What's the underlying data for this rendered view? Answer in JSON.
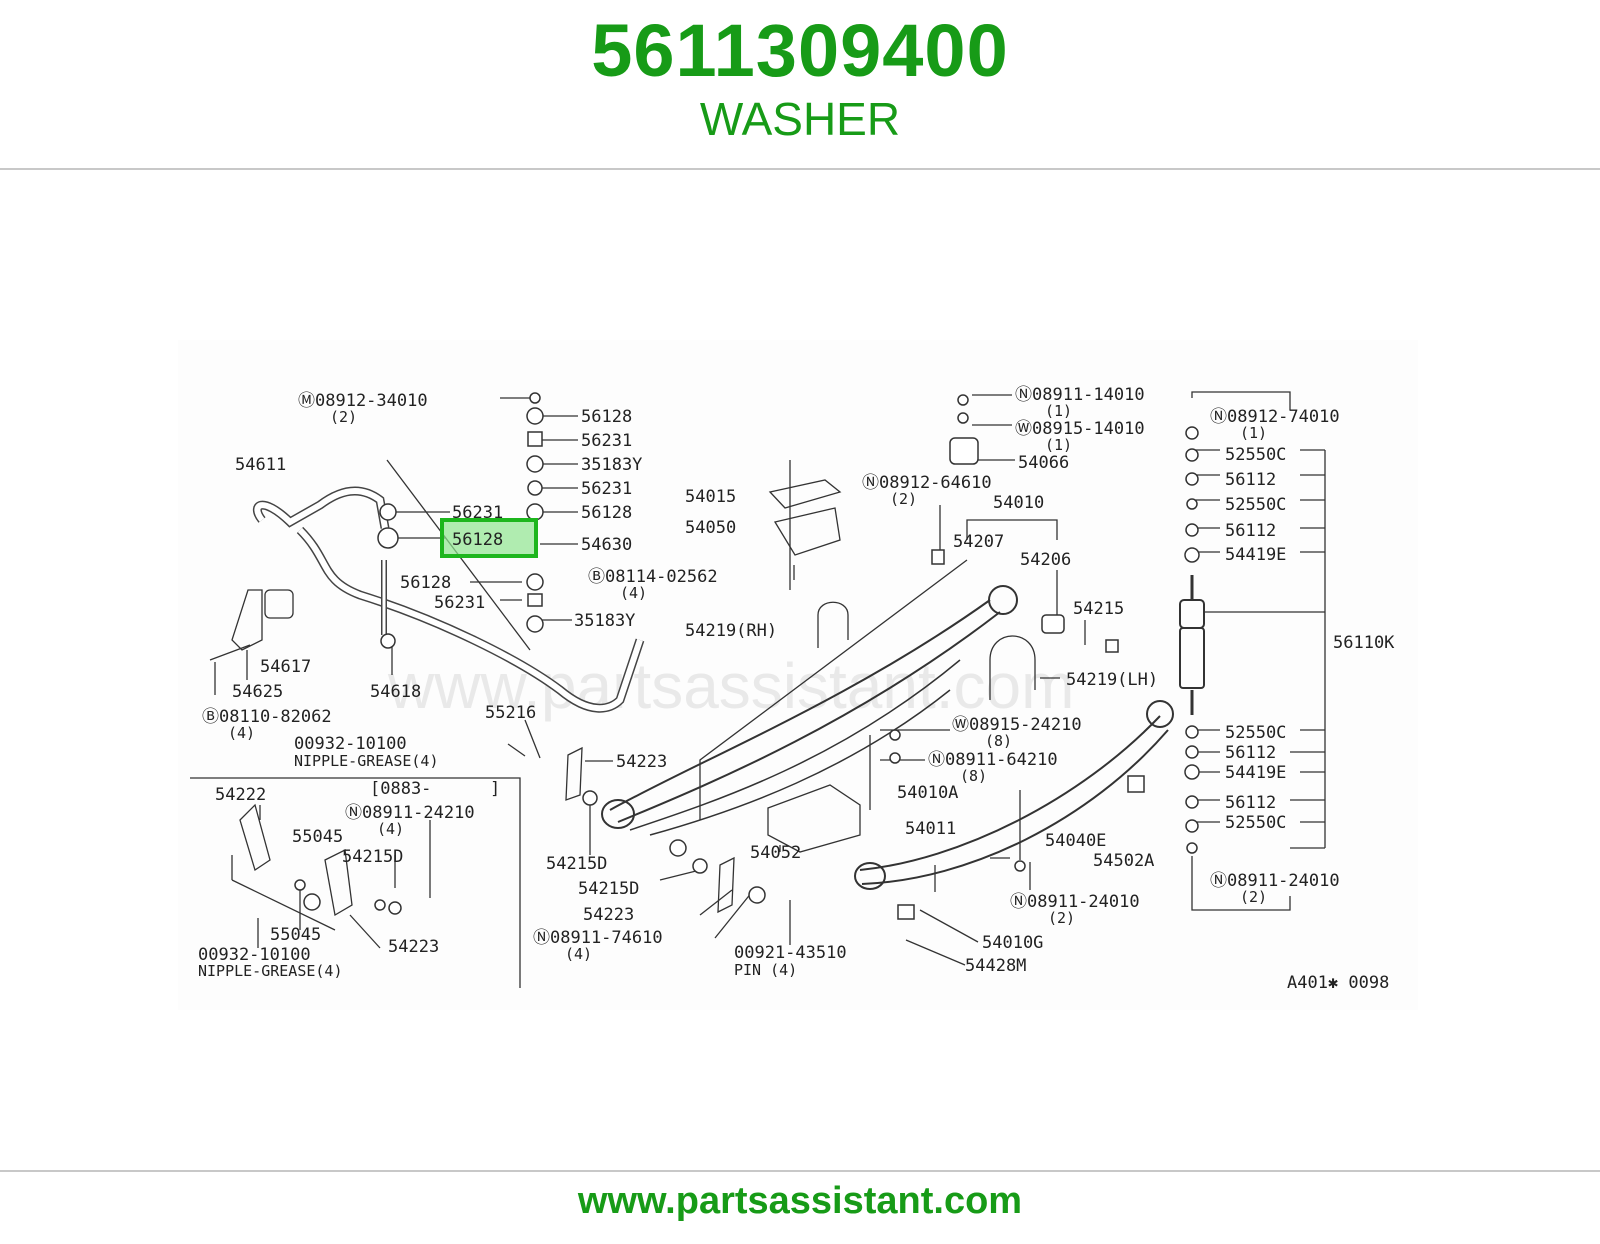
{
  "header": {
    "part_number": "5611309400",
    "part_name": "WASHER"
  },
  "footer": {
    "url": "www.partsassistant.com"
  },
  "diagram": {
    "watermark": "www.partsassistant.com",
    "code": "A401✱ 0098",
    "highlight": "56128",
    "labels": {
      "n1": "Ⓜ08912-34010",
      "n1q": "(2)",
      "a1": "56128",
      "a2": "56231",
      "a3": "35183Y",
      "a4": "56231",
      "a5": "56128",
      "a6": "54630",
      "a7": "56128",
      "a8": "56231",
      "a9": "35183Y",
      "a10": "56231",
      "bar": "54611",
      "b1": "54617",
      "b2": "54625",
      "b3": "54618",
      "bn": "Ⓑ08110-82062",
      "bnq": "(4)",
      "c1": "54015",
      "c2": "54050",
      "cn": "Ⓑ08114-02562",
      "cnq": "(4)",
      "d1": "54219(RH)",
      "d2": "55216",
      "dn": "00932-10100",
      "dnp": "NIPPLE-GREASE(4)",
      "d3": "54223",
      "e1": "Ⓝ08911-14010",
      "e1q": "(1)",
      "e2": "Ⓦ08915-14010",
      "e2q": "(1)",
      "e3": "54066",
      "f1": "Ⓝ08912-64610",
      "f1q": "(2)",
      "f2": "54010",
      "f3": "54207",
      "f4": "54206",
      "f5": "54215",
      "f6": "54219(LH)",
      "g1": "Ⓦ08915-24210",
      "g1q": "(8)",
      "g2": "Ⓝ08911-64210",
      "g2q": "(8)",
      "g3": "54010A",
      "g4": "54011",
      "g5": "54040E",
      "g6": "54502A",
      "g7": "Ⓝ08911-24010",
      "g7q": "(2)",
      "g8": "54010G",
      "g9": "54428M",
      "h1": "54215D",
      "h2": "54215D",
      "h3": "54223",
      "h4": "Ⓝ08911-74610",
      "h4q": "(4)",
      "h5": "00921-43510",
      "h5p": "PIN (4)",
      "h6": "54052",
      "i1": "54222",
      "i2": "[0883-",
      "i2b": "]",
      "i3": "Ⓝ08911-24210",
      "i3q": "(4)",
      "i4": "55045",
      "i5": "54215D",
      "i6": "55045",
      "i7": "54223",
      "i8": "00932-10100",
      "i9": "NIPPLE-GREASE(4)",
      "j1": "Ⓝ08912-74010",
      "j1q": "(1)",
      "j2": "52550C",
      "j3": "56112",
      "j4": "52550C",
      "j5": "56112",
      "j6": "54419E",
      "j7": "56110K",
      "j8": "52550C",
      "j9": "56112",
      "j10": "54419E",
      "j11": "56112",
      "j12": "52550C",
      "j13": "Ⓝ08911-24010",
      "j13q": "(2)"
    }
  }
}
